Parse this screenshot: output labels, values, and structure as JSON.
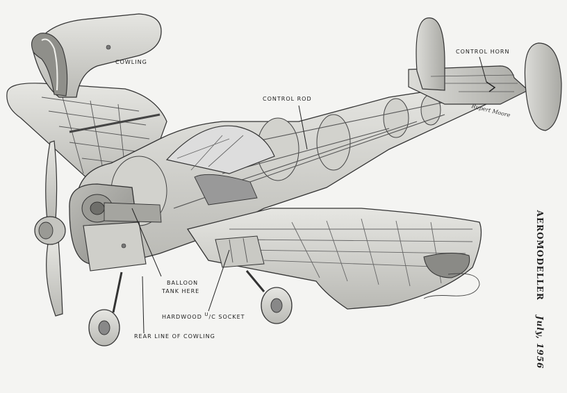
{
  "labels": {
    "cowling": "COWLING",
    "control_horn": "CONTROL  HORN",
    "control_rod": "CONTROL ROD",
    "balloon_line1": "BALLOON",
    "balloon_line2": "TANK HERE",
    "hardwood": "HARDWOOD",
    "uc_u": "U",
    "uc_c": "C SOCKET",
    "rear_line": "REAR  LINE  OF  COWLING"
  },
  "signature": "Rupert Moore",
  "sidebar": {
    "magazine": "AEROMODELLER",
    "date": "July, 1956"
  }
}
